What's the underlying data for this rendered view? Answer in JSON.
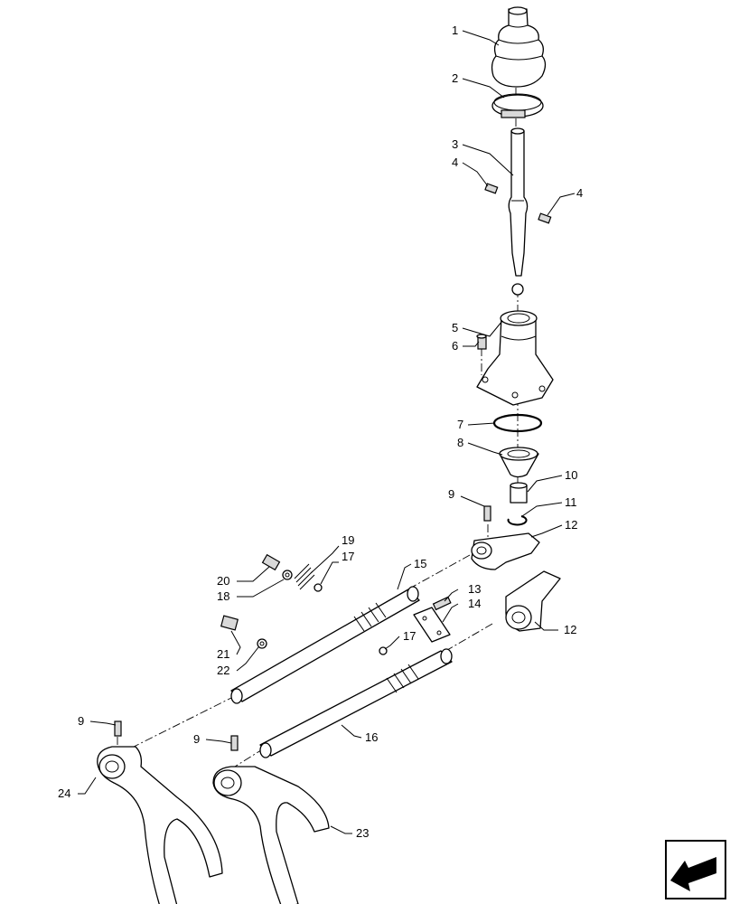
{
  "callouts": [
    {
      "id": "c1",
      "label": "1"
    },
    {
      "id": "c2",
      "label": "2"
    },
    {
      "id": "c3",
      "label": "3"
    },
    {
      "id": "c4a",
      "label": "4"
    },
    {
      "id": "c4b",
      "label": "4"
    },
    {
      "id": "c5",
      "label": "5"
    },
    {
      "id": "c6",
      "label": "6"
    },
    {
      "id": "c7",
      "label": "7"
    },
    {
      "id": "c8",
      "label": "8"
    },
    {
      "id": "c9a",
      "label": "9"
    },
    {
      "id": "c10",
      "label": "10"
    },
    {
      "id": "c11",
      "label": "11"
    },
    {
      "id": "c12a",
      "label": "12"
    },
    {
      "id": "c19",
      "label": "19"
    },
    {
      "id": "c17a",
      "label": "17"
    },
    {
      "id": "c15",
      "label": "15"
    },
    {
      "id": "c20",
      "label": "20"
    },
    {
      "id": "c18",
      "label": "18"
    },
    {
      "id": "c13",
      "label": "13"
    },
    {
      "id": "c14",
      "label": "14"
    },
    {
      "id": "c12b",
      "label": "12"
    },
    {
      "id": "c21",
      "label": "21"
    },
    {
      "id": "c17b",
      "label": "17"
    },
    {
      "id": "c22",
      "label": "22"
    },
    {
      "id": "c9b",
      "label": "9"
    },
    {
      "id": "c16",
      "label": "16"
    },
    {
      "id": "c9c",
      "label": "9"
    },
    {
      "id": "c24",
      "label": "24"
    },
    {
      "id": "c23",
      "label": "23"
    }
  ],
  "icons": {
    "nav": "previous-page-arrow-icon"
  }
}
